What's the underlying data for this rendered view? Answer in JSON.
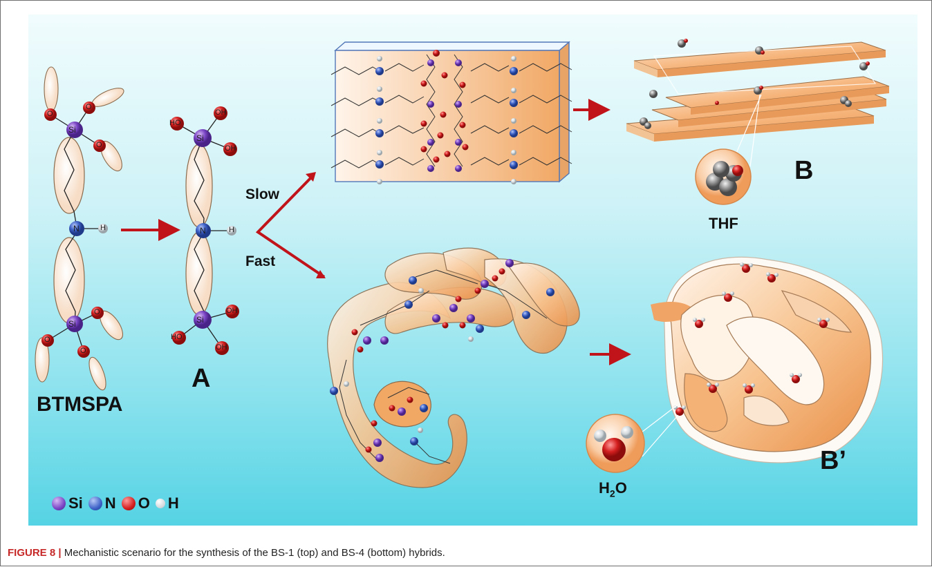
{
  "labels": {
    "btmspa": "BTMSPA",
    "a": "A",
    "slow": "Slow",
    "fast": "Fast",
    "b": "B",
    "b_prime": "B’",
    "thf": "THF",
    "water_h": "H",
    "water_sub": "2",
    "water_o": "O"
  },
  "atom_labels": {
    "si": "Si",
    "n": "N",
    "h": "H",
    "ho": "HO",
    "oh": "OH",
    "o": "O"
  },
  "legend": [
    {
      "symbol": "Si",
      "color": "#7a45c5"
    },
    {
      "symbol": "N",
      "color": "#3e62c8"
    },
    {
      "symbol": "O",
      "color": "#d41f1f"
    },
    {
      "symbol": "H",
      "color": "#d8dee2"
    }
  ],
  "caption": {
    "figure": "FIGURE 8 |",
    "text": " Mechanistic scenario for the synthesis of the BS-1 (top) and BS-4 (bottom) hybrids."
  },
  "colors": {
    "arrow": "#c0141a",
    "sheet": "#f6b47a",
    "background_top": "#f1fcfd",
    "background_bottom": "#55d3e4"
  }
}
